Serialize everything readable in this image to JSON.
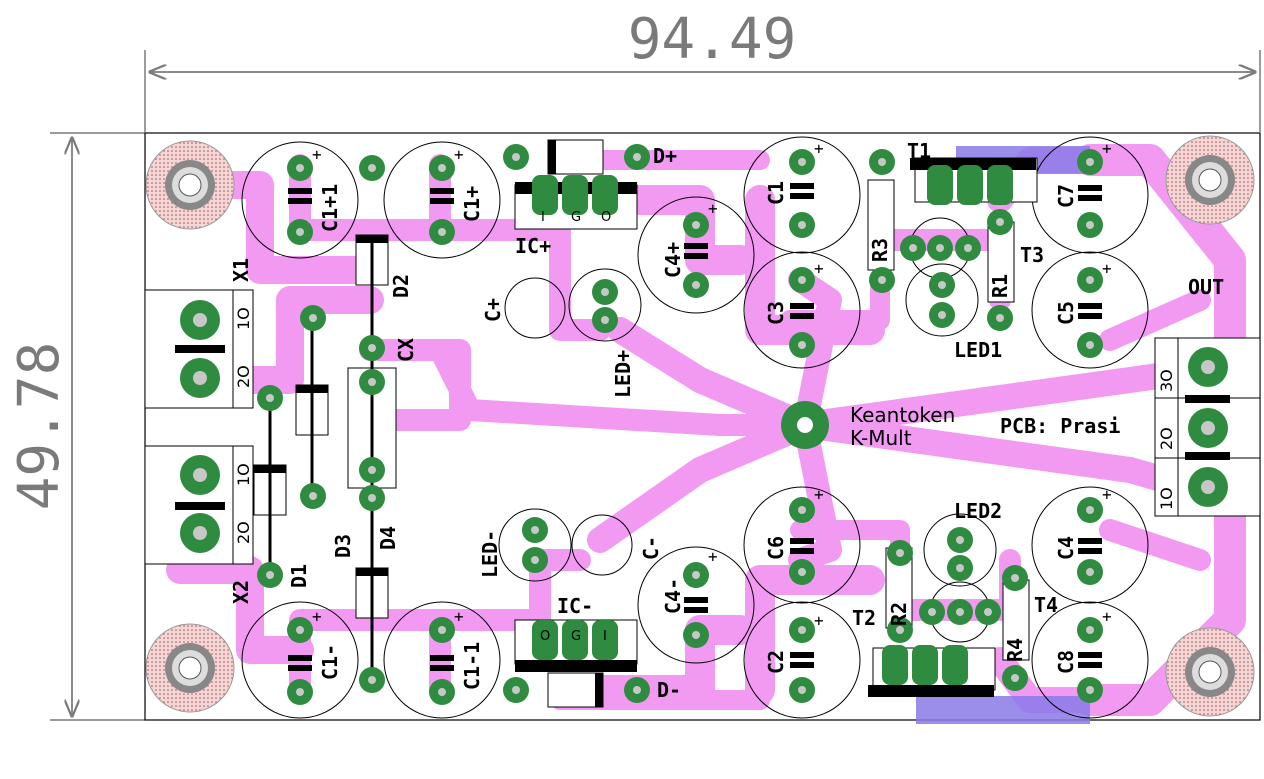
{
  "dimensions": {
    "width": "94.49",
    "height": "49.78"
  },
  "center_text": {
    "line1": "Keantoken",
    "line2": "K-Mult"
  },
  "pcb_label": "PCB: Prasi",
  "connectors": {
    "x1": {
      "name": "X1",
      "pins": [
        "1O",
        "2O"
      ]
    },
    "x2": {
      "name": "X2",
      "pins": [
        "1O",
        "2O"
      ]
    },
    "out": {
      "name": "OUT",
      "pins": [
        "3O",
        "2O",
        "1O"
      ]
    }
  },
  "labels": {
    "c11p": "C1+1",
    "c1p": "C1+",
    "c1m": "C1-",
    "c11m": "C1-1",
    "d1": "D1",
    "d2": "D2",
    "d3": "D3",
    "d4": "D4",
    "cx": "CX",
    "icp": "IC+",
    "icm": "IC-",
    "dp": "D+",
    "dm": "D-",
    "cp": "C+",
    "cm": "C-",
    "ledp": "LED+",
    "ledm": "LED-",
    "c4p": "C4+",
    "c4m": "C4-",
    "c1": "C1",
    "c3": "C3",
    "c6": "C6",
    "c2": "C2",
    "r3": "R3",
    "r1": "R1",
    "r2": "R2",
    "r4": "R4",
    "t1": "T1",
    "t3": "T3",
    "t2": "T2",
    "t4": "T4",
    "led1": "LED1",
    "led2": "LED2",
    "c7": "C7",
    "c5": "C5",
    "c4": "C4",
    "c8": "C8",
    "ic_pins": [
      "I",
      "G",
      "O"
    ]
  }
}
